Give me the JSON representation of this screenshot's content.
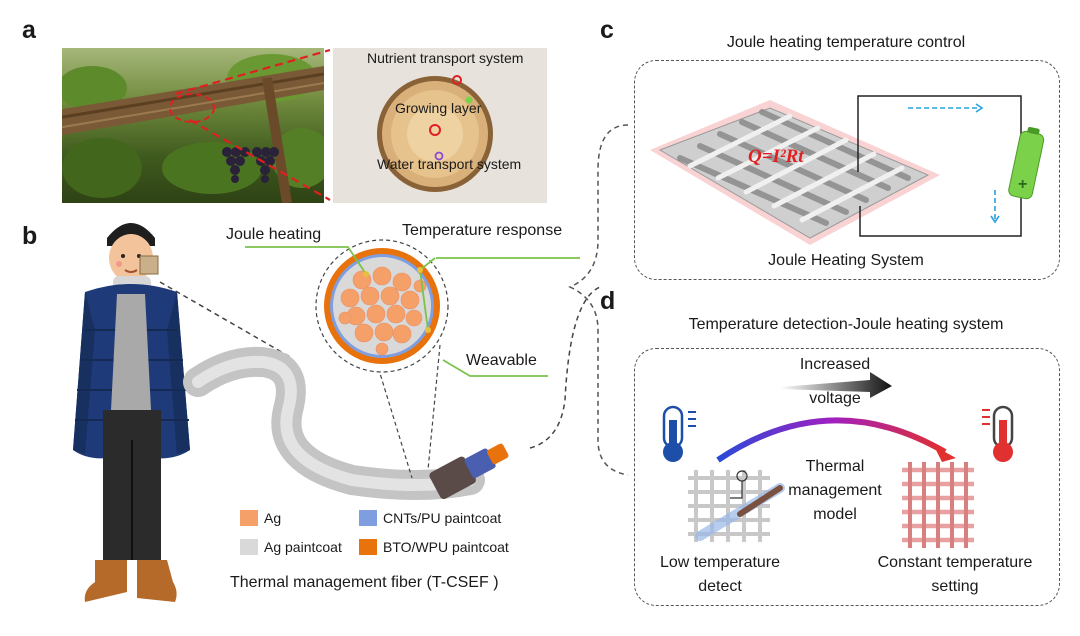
{
  "panels": {
    "a": {
      "letter": "a",
      "tree_labels": {
        "nutrient": "Nutrient transport system",
        "growing": "Growing layer",
        "water": "Water transport system"
      }
    },
    "b": {
      "letter": "b",
      "labels": {
        "joule": "Joule heating",
        "temp_response": "Temperature response",
        "weavable": "Weavable"
      },
      "legend": [
        {
          "label": "Ag",
          "color": "#f4a068"
        },
        {
          "label": "Ag paintcoat",
          "color": "#d9d9d9"
        },
        {
          "label": "CNTs/PU paintcoat",
          "color": "#7f9ee0"
        },
        {
          "label": "BTO/WPU paintcoat",
          "color": "#e8720c"
        }
      ],
      "caption": "Thermal management fiber (T-CSEF )"
    },
    "c": {
      "letter": "c",
      "title": "Joule heating temperature control",
      "formula": "Q=I²Rt",
      "battery_text": "BATTERY",
      "battery_plus": "+",
      "caption": "Joule Heating System"
    },
    "d": {
      "letter": "d",
      "title": "Temperature detection-Joule heating system",
      "arrow_label_1": "Increased",
      "arrow_label_2": "voltage",
      "model_1": "Thermal",
      "model_2": "management",
      "model_3": "model",
      "low_1": "Low temperature",
      "low_2": "detect",
      "const_1": "Constant temperature",
      "const_2": "setting"
    }
  },
  "colors": {
    "red_dash": "#e02020",
    "arrow_blue": "#2a6ad8",
    "arrow_red": "#e03030",
    "battery": "#7bd24a",
    "coat": "#1e3a78"
  }
}
